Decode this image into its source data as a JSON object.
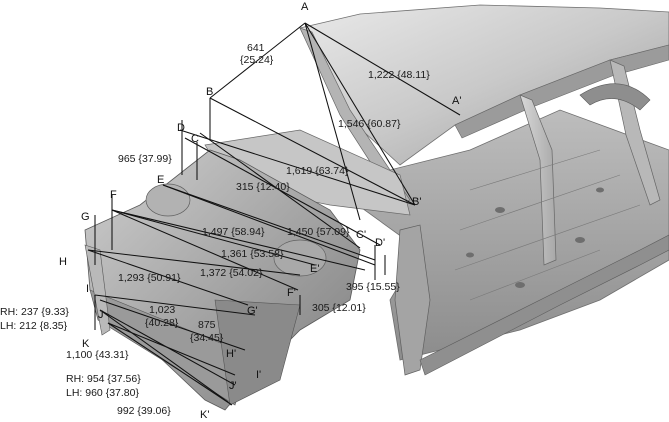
{
  "diagram": {
    "points": {
      "A": "A",
      "A_prime": "A'",
      "B": "B",
      "B_prime": "B'",
      "C": "C",
      "C_prime": "C'",
      "D": "D",
      "D_prime": "D'",
      "E": "E",
      "E_prime": "E'",
      "F": "F",
      "F_prime": "F'",
      "G": "G",
      "G_prime": "G'",
      "H": "H",
      "H_prime": "H'",
      "I": "I",
      "I_prime": "I'",
      "J": "J",
      "J_prime": "J'",
      "K": "K",
      "K_prime": "K'"
    },
    "dimensions": {
      "d641_a": "641",
      "d641_b": "{25.24}",
      "d1222": "1,222 {48.11}",
      "d1546": "1,546 {60.87}",
      "d965": "965 {37.99}",
      "d1619": "1,619 {63.74}",
      "d315": "315 {12.40}",
      "d1497": "1,497 {58.94}",
      "d1450": "1,450 {57.09}",
      "d1361": "1,361 {53.58}",
      "d1293": "1,293 {50.91}",
      "d1372": "1,372 {54.02}",
      "d395": "395 {15.55}",
      "d305": "305 {12.01}",
      "d1023_a": "1,023",
      "d1023_b": "{40.28}",
      "d875_a": "875",
      "d875_b": "{34.45}",
      "rh237": "RH: 237 {9.33}",
      "lh212": "LH: 212 {8.35}",
      "d1100": "1,100 {43.31}",
      "rh954": "RH: 954 {37.56}",
      "lh960": "LH: 960 {37.80}",
      "d992": "992 {39.06}"
    }
  }
}
